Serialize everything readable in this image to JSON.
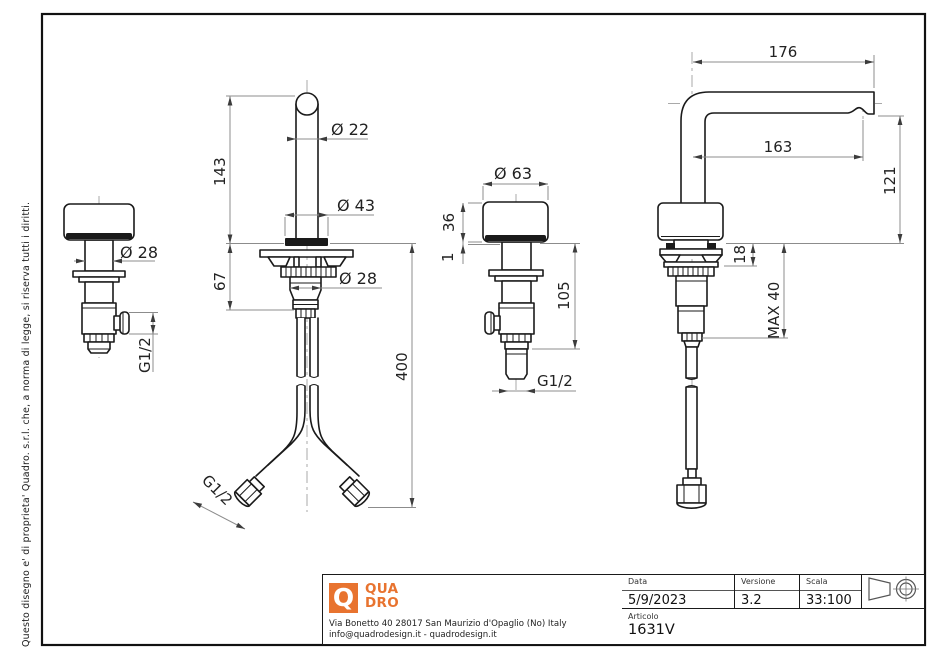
{
  "page": {
    "copyright": "Questo disegno e' di proprieta' Quadro. s.r.l. che, a norma di legge, si riserva tutti i diritti."
  },
  "company": {
    "logo_q": "Q",
    "logo_top": "QUA",
    "logo_bottom": "DRO",
    "address": "Via Bonetto 40  28017 San Maurizio d'Opaglio (No) Italy",
    "contact": "info@quadrodesign.it  -  quadrodesign.it",
    "brand_color": "#E8732F"
  },
  "title_block": {
    "data_label": "Data",
    "data_value": "5/9/2023",
    "versione_label": "Versione",
    "versione_value": "3.2",
    "scala_label": "Scala",
    "scala_value": "33:100",
    "articolo_label": "Articolo",
    "articolo_value": "1631V"
  },
  "dims": {
    "valve_side_stem_diameter": "Ø 28",
    "valve_side_outlet_thread": "G1/2",
    "spout_front_height_above": "143",
    "spout_front_tube_diameter": "Ø 22",
    "spout_front_flange_diameter": "Ø 43",
    "spout_front_depth_below": "67",
    "spout_front_fitting_diameter": "Ø 28",
    "spout_front_hose_length": "400",
    "spout_front_hose_thread": "G1/2",
    "valve_front_knob_diameter": "Ø 63",
    "valve_front_knob_height": "36",
    "valve_front_gap": "1",
    "valve_front_depth_below": "105",
    "valve_front_thread": "G1/2",
    "spout_side_total_reach": "176",
    "spout_side_outlet_reach": "163",
    "spout_side_outlet_height": "121",
    "spout_side_clamp_depth": "18",
    "spout_side_max_counter": "MAX 40"
  }
}
